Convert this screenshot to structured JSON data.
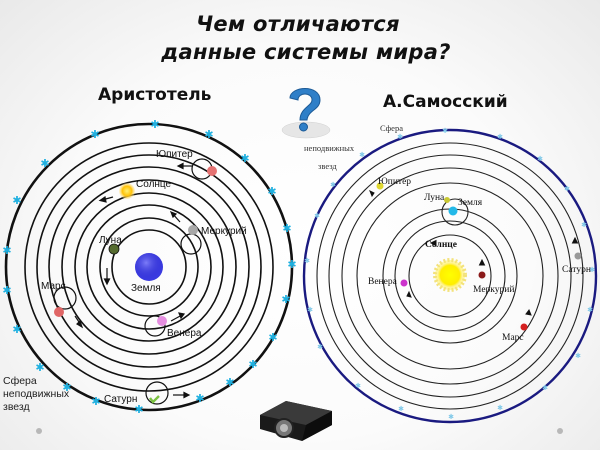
{
  "title": {
    "line1": "Чем отличаются",
    "line2": "данные системы мира?"
  },
  "left_model": {
    "heading": "Аристотель",
    "center_body": "Земля",
    "bodies": [
      {
        "name": "Луна",
        "color": "#556b2f"
      },
      {
        "name": "Меркурий",
        "color": "#a9a9a9"
      },
      {
        "name": "Венера",
        "color": "#e58ee0"
      },
      {
        "name": "Солнце",
        "color": "#ffc107"
      },
      {
        "name": "Марс",
        "color": "#e06666"
      },
      {
        "name": "Юпитер",
        "color": "#e57373"
      },
      {
        "name": "Сатурн",
        "color": "#7cc242"
      }
    ],
    "outer_sphere_label": {
      "line1": "Сфера",
      "line2": "неподвижных",
      "line3": "звезд"
    },
    "earth_color": "#3a3ae0",
    "star_color": "#1fb0e0"
  },
  "right_model": {
    "heading": "А.Самосский",
    "center_body": "Солнце",
    "bodies": [
      {
        "name": "Меркурий",
        "color": "#8b1a1a"
      },
      {
        "name": "Венера",
        "color": "#cc33cc"
      },
      {
        "name": "Земля",
        "color": "#22b8e8"
      },
      {
        "name": "Луна",
        "color": "#c8c832"
      },
      {
        "name": "Марс",
        "color": "#d42020"
      },
      {
        "name": "Юпитер",
        "color": "#e0d830"
      },
      {
        "name": "Сатурн",
        "color": "#999999"
      }
    ],
    "outer_sphere_label": {
      "line1": "Сфера",
      "line2": "неподвижных",
      "line3": "звезд"
    },
    "sun_color": "#ffee00",
    "sphere_color": "#1a1a80"
  },
  "icons": {
    "question": "question-mark-icon",
    "projector": "projector-icon"
  }
}
